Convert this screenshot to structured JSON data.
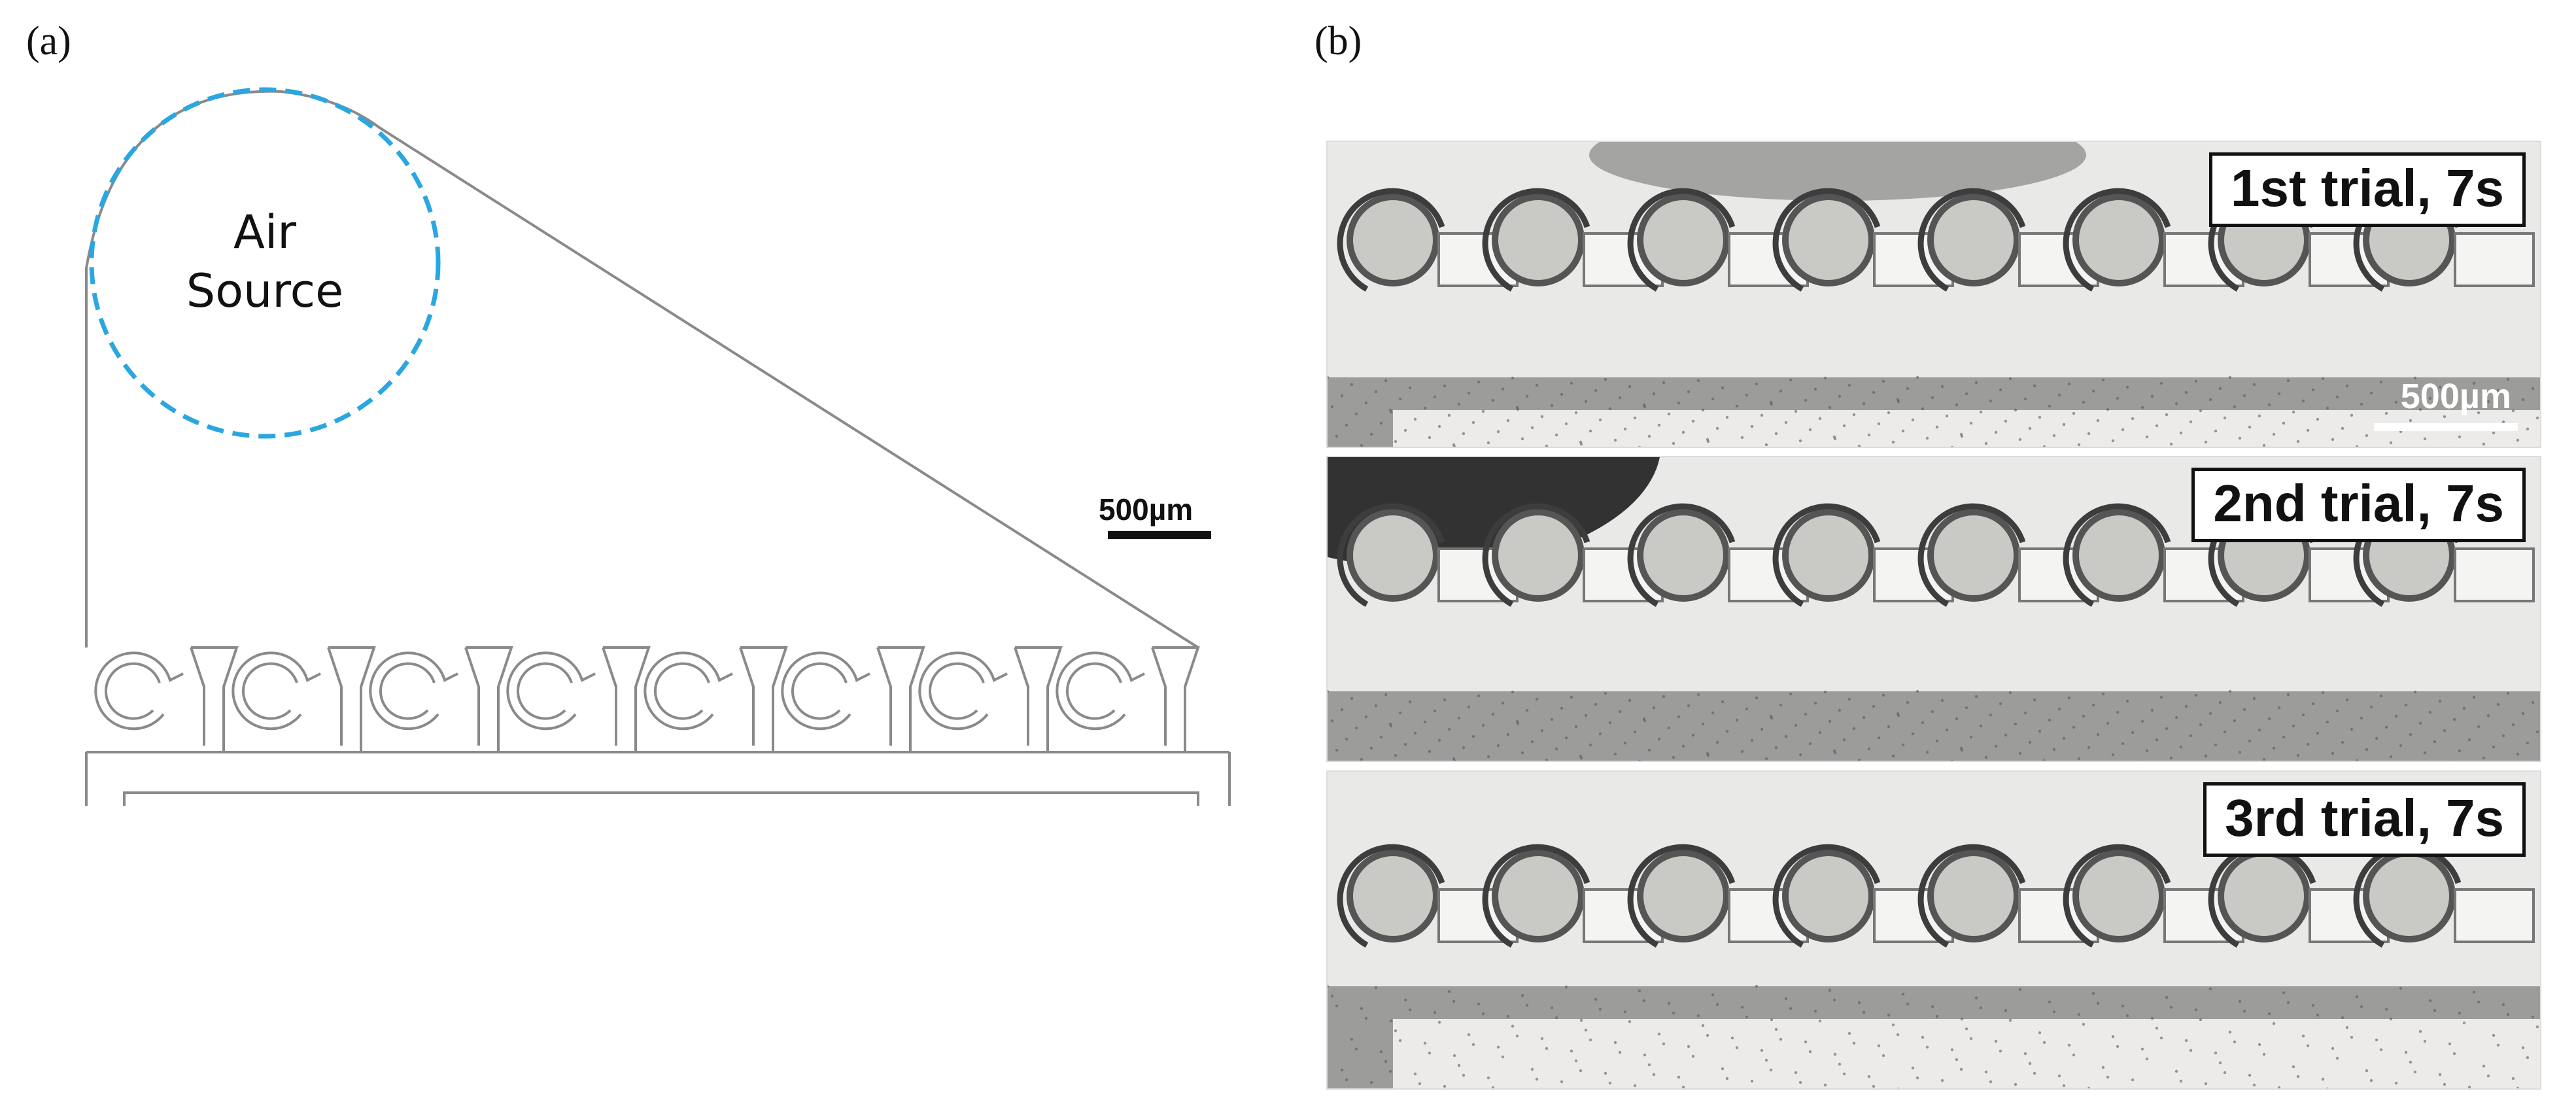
{
  "panels": {
    "a": {
      "label": "(a)",
      "air_source_line1": "Air",
      "air_source_line2": "Source",
      "scale_bar_text": "500µm",
      "air_source_outline_color": "#2aa7e0"
    },
    "b": {
      "label": "(b)",
      "scale_bar_text": "500µm",
      "trials": [
        {
          "label": "1st trial, 7s"
        },
        {
          "label": "2nd trial, 7s"
        },
        {
          "label": "3rd trial, 7s"
        }
      ]
    }
  }
}
